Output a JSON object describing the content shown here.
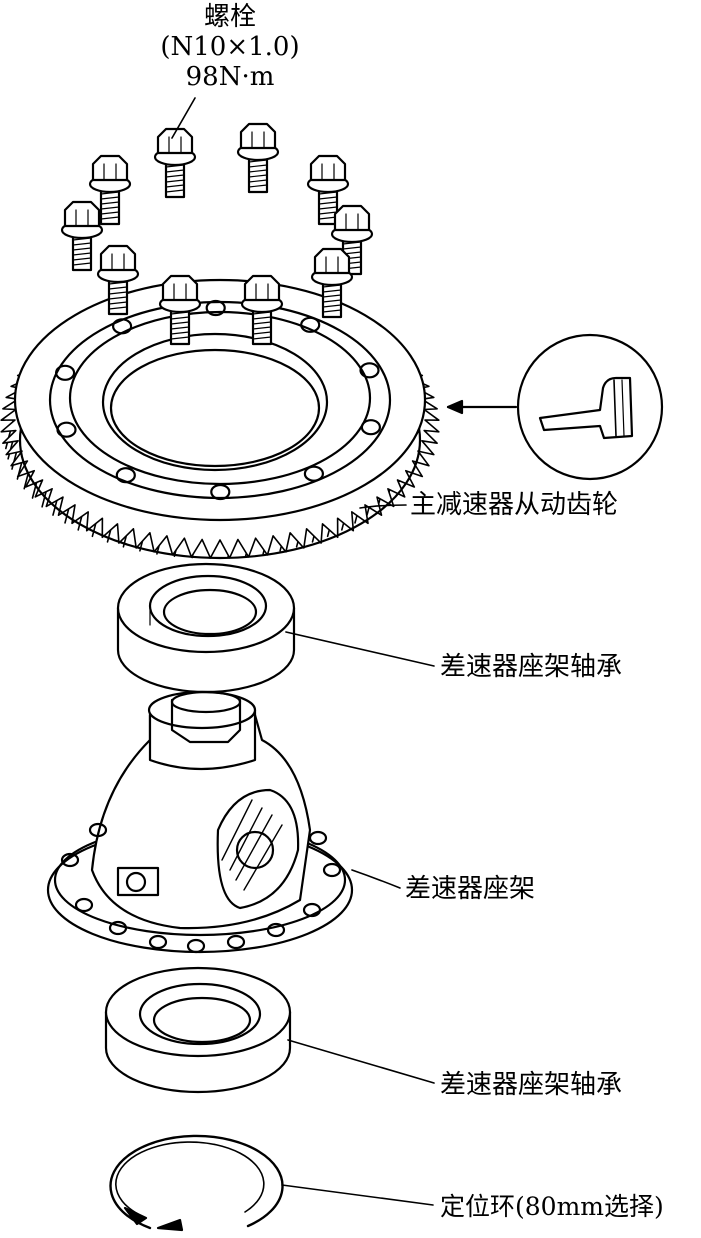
{
  "bolt_label": {
    "name": "螺栓",
    "spec": "(N10×1.0)",
    "torque": "98N·m"
  },
  "labels": {
    "ring_gear": "主减速器从动齿轮",
    "bearing_upper": "差速器座架轴承",
    "carrier": "差速器座架",
    "bearing_lower": "差速器座架轴承",
    "snap_ring": "定位环(80mm选择)"
  }
}
